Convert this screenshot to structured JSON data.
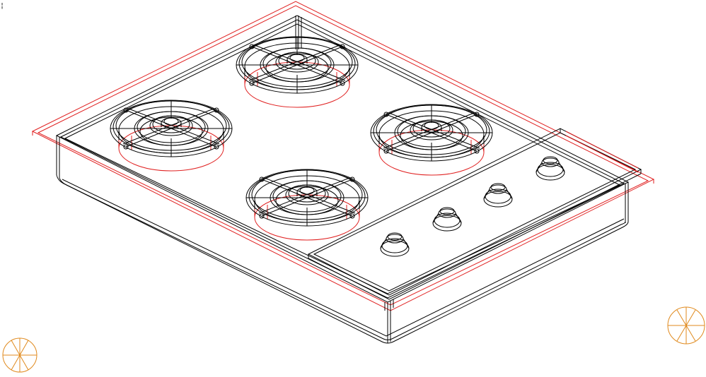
{
  "viewport": {
    "corner_mark": "¦"
  },
  "colors": {
    "wireframe": "#000000",
    "outline": "#e02020",
    "marker": "#e08a1e",
    "background": "#ffffff"
  },
  "model": {
    "object": "cooktop",
    "burner_count": 4,
    "knob_count": 4
  },
  "icons": [
    "snap-marker-icon",
    "snap-marker-icon"
  ]
}
